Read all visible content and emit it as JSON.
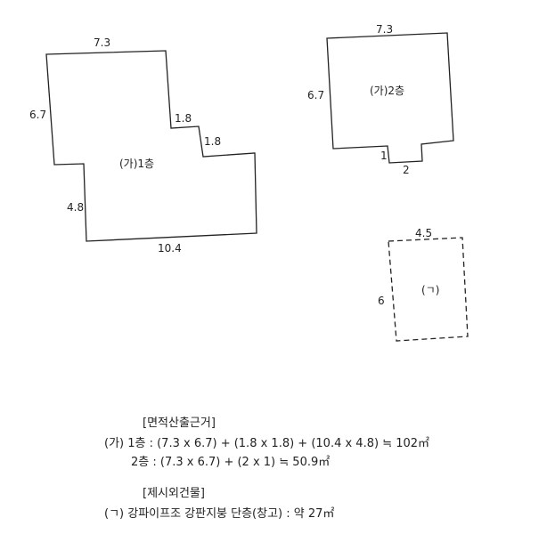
{
  "drawing": {
    "building_1f": {
      "label": "(가)1층",
      "dims": {
        "top": "7.3",
        "left_upper": "6.7",
        "step_width": "1.8",
        "step_height": "1.8",
        "left_lower": "4.8",
        "bottom": "10.4"
      }
    },
    "building_2f": {
      "label": "(가)2층",
      "dims": {
        "top": "7.3",
        "left": "6.7",
        "notch_height": "1",
        "notch_width": "2"
      }
    },
    "outbuilding": {
      "label": "(ㄱ)",
      "dims": {
        "top": "4.5",
        "left": "6"
      }
    }
  },
  "notes": {
    "area_heading": "[면적산출근거]",
    "area_line_1f": "(가) 1층 : (7.3 x 6.7) + (1.8 x 1.8) + (10.4 x 4.8) ≒ 102㎡",
    "area_line_2f": "2층 : (7.3 x 6.7) + (2 x 1) ≒ 50.9㎡",
    "excluded_heading": "[제시외건물]",
    "excluded_line": "(ㄱ) 강파이프조 강판지붕 단층(창고) : 약 27㎡"
  },
  "colors": {
    "line": "#222222",
    "background": "#ffffff"
  }
}
